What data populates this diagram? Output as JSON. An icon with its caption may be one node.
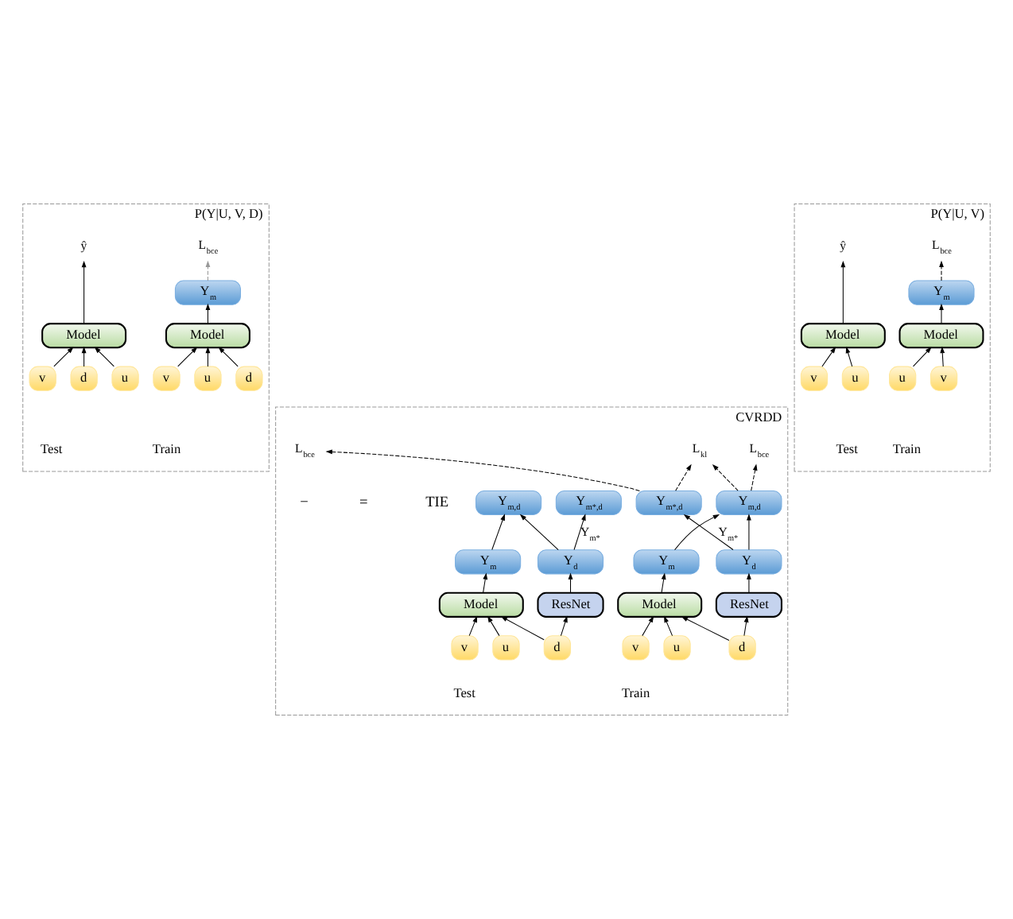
{
  "diagram": {
    "nodes": [
      {
        "text": [
          "P(Y|U, V)"
        ]
      },
      {
        "text": [
          "L$_{bce}$"
        ],
        "in": 0
      },
      {
        "text": [
          "Y$_{m}$"
        ],
        "in": 0
      },
      {
        "text": [
          "Model"
        ],
        "in": 0
      },
      {
        "text": [
          "ŷ"
        ],
        "in": 0
      },
      {
        "text": [
          "Model"
        ],
        "in": 0
      },
      {
        "text": [
          "u"
        ],
        "in": 0
      },
      {
        "text": [
          "v"
        ],
        "in": 0
      },
      {
        "text": [
          "u"
        ],
        "in": 0
      },
      {
        "text": [
          "v"
        ],
        "in": 0
      },
      {
        "text": [
          "P(Y|U, V, D)"
        ]
      },
      {
        "text": [
          "L$_{bce}$"
        ],
        "in": 10
      },
      {
        "text": [
          "Y$_{m}$"
        ],
        "in": 10
      },
      {
        "text": [
          "Model"
        ],
        "in": 10
      },
      {
        "text": [
          "ŷ"
        ],
        "in": 10
      },
      {
        "text": [
          "Model"
        ],
        "in": 10
      },
      {
        "text": [
          "u"
        ],
        "in": 10
      },
      {
        "text": [
          "v"
        ],
        "in": 10
      },
      {
        "text": [
          "d"
        ],
        "in": 10
      },
      {
        "text": [
          "u"
        ],
        "in": 10
      },
      {
        "text": [
          "v"
        ],
        "in": 10
      },
      {
        "text": [
          "d"
        ],
        "in": 10
      },
      {
        "text": [
          "CVRDD"
        ]
      },
      {
        "text": [
          "L$_{bce}$"
        ],
        "in": 22
      },
      {
        "text": [
          "L$_{kl}$"
        ],
        "in": 22
      },
      {
        "text": [
          "L$_{bce}$"
        ],
        "in": 22
      },
      {
        "text": [
          "Y$_{m,d}$"
        ],
        "in": 22
      },
      {
        "text": [
          "Y$_{m*,d}$"
        ],
        "in": 22
      },
      {
        "text": [
          "Y$_{m}$"
        ],
        "in": 22
      },
      {
        "text": [
          "Y$_{d}$"
        ],
        "in": 22
      },
      {
        "text": [
          "Model"
        ],
        "in": 22
      },
      {
        "text": [
          "ResNet"
        ],
        "in": 22
      },
      {
        "text": [
          "u"
        ],
        "in": 22
      },
      {
        "text": [
          "v"
        ],
        "in": 22
      },
      {
        "text": [
          "d"
        ],
        "in": 22
      },
      {
        "text": [
          "Y$_{m,d}$"
        ],
        "in": 22
      },
      {
        "text": [
          "Y$_{m*,d}$"
        ],
        "in": 22
      },
      {
        "text": [
          "Y$_{m}$"
        ],
        "in": 22
      },
      {
        "text": [
          "Y$_{d}$"
        ],
        "in": 22
      },
      {
        "text": [
          "Model"
        ],
        "in": 22
      },
      {
        "text": [
          "ResNet"
        ],
        "in": 22
      },
      {
        "text": [
          "u"
        ],
        "in": 22
      },
      {
        "text": [
          "v"
        ],
        "in": 22
      },
      {
        "text": [
          "d"
        ],
        "in": 22
      }
    ],
    "edges": [
      {
        "from": 2,
        "to": 1,
        "arrow": "to",
        "style": "dashed"
      },
      {
        "from": 3,
        "to": 2,
        "arrow": "to"
      },
      {
        "from": 6,
        "to": 3,
        "arrow": "to"
      },
      {
        "from": 7,
        "to": 3,
        "arrow": "to"
      },
      {
        "from": 5,
        "to": 4,
        "arrow": "to"
      },
      {
        "from": 8,
        "to": 5,
        "arrow": "to"
      },
      {
        "from": 9,
        "to": 5,
        "arrow": "to"
      },
      {
        "from": 12,
        "to": 11,
        "arrow": "to",
        "style": "dashed",
        "color": "#999999"
      },
      {
        "from": 13,
        "to": 12,
        "arrow": "to"
      },
      {
        "from": 16,
        "to": 13,
        "arrow": "to"
      },
      {
        "from": 17,
        "to": 13,
        "arrow": "to"
      },
      {
        "from": 18,
        "to": 13,
        "arrow": "to"
      },
      {
        "from": 15,
        "to": 14,
        "arrow": "to"
      },
      {
        "from": 19,
        "to": 15,
        "arrow": "to"
      },
      {
        "from": 20,
        "to": 15,
        "arrow": "to"
      },
      {
        "from": 21,
        "to": 15,
        "arrow": "to"
      },
      {
        "from": 26,
        "to": 23,
        "arrow": "to",
        "style": "dashed"
      },
      {
        "from": 26,
        "to": 24,
        "arrow": "to",
        "style": "dashed"
      },
      {
        "from": 27,
        "to": 24,
        "arrow": "to",
        "style": "dashed"
      },
      {
        "from": 27,
        "to": 25,
        "arrow": "to",
        "style": "dashed"
      },
      {
        "from": 28,
        "to": 26,
        "arrow": "to"
      },
      {
        "from": 29,
        "to": 26,
        "arrow": "to"
      },
      {
        "from": 29,
        "to": 27,
        "arrow": "to",
        "label": "Y$_{m*}$"
      },
      {
        "from": 30,
        "to": 28,
        "arrow": "to"
      },
      {
        "from": 31,
        "to": 29,
        "arrow": "to"
      },
      {
        "from": 32,
        "to": 30,
        "arrow": "to"
      },
      {
        "from": 33,
        "to": 30,
        "arrow": "to"
      },
      {
        "from": 34,
        "to": 30,
        "arrow": "to"
      },
      {
        "from": 34,
        "to": 31,
        "arrow": "to"
      },
      {
        "from": 37,
        "to": 35,
        "arrow": "to"
      },
      {
        "from": 38,
        "to": 35,
        "arrow": "to"
      },
      {
        "from": 38,
        "to": 36,
        "arrow": "to",
        "label": "Y$_{m*}$"
      },
      {
        "from": 39,
        "to": 37,
        "arrow": "to"
      },
      {
        "from": 40,
        "to": 38,
        "arrow": "to"
      },
      {
        "from": 41,
        "to": 39,
        "arrow": "to"
      },
      {
        "from": 42,
        "to": 39,
        "arrow": "to"
      },
      {
        "from": 43,
        "to": 39,
        "arrow": "to"
      },
      {
        "from": 43,
        "to": 40,
        "arrow": "to"
      }
    ],
    "labels": [
      "Train",
      "Test",
      "Train",
      "Test",
      "TIE",
      "=",
      "−",
      "Train",
      "Test"
    ]
  }
}
